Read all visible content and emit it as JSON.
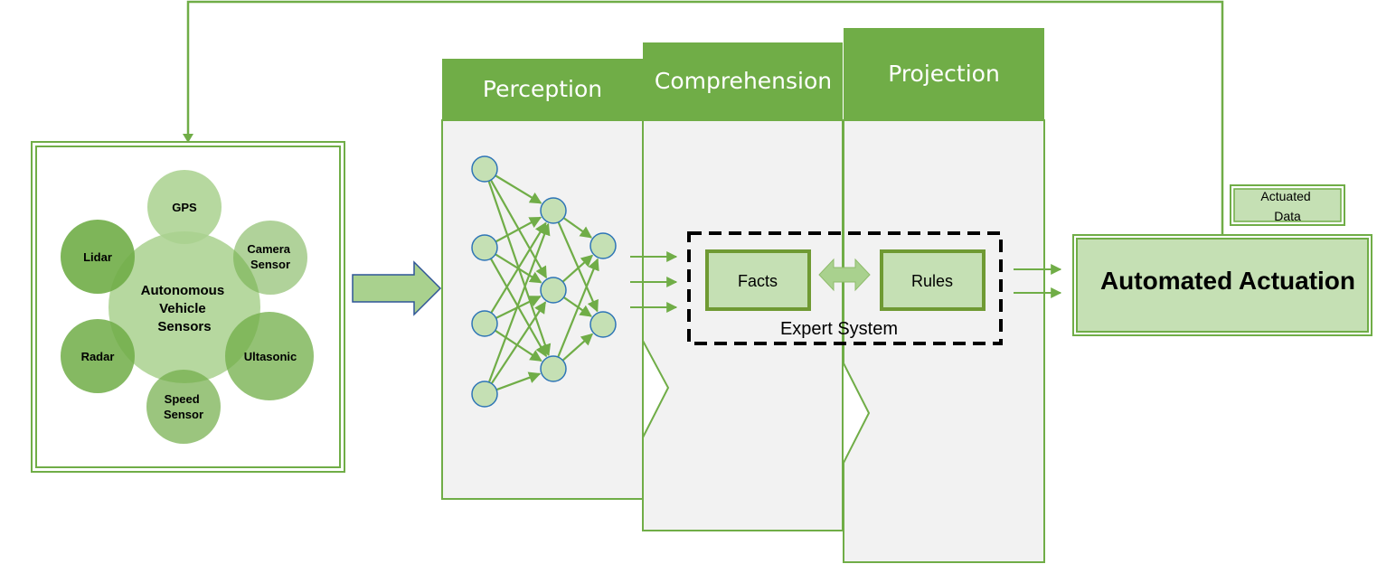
{
  "sensors": {
    "hub": [
      "Autonomous",
      "Vehicle",
      "Sensors"
    ],
    "gps": [
      "GPS"
    ],
    "camera": [
      "Camera",
      "Sensor"
    ],
    "lidar": [
      "Lidar"
    ],
    "radar": [
      "Radar"
    ],
    "ultrasonic": [
      "Ultasonic"
    ],
    "speed": [
      "Speed",
      "Sensor"
    ]
  },
  "stages": {
    "perception": "Perception",
    "comprehension": "Comprehension",
    "projection": "Projection"
  },
  "expert_system": {
    "label": "Expert System",
    "facts": "Facts",
    "rules": "Rules"
  },
  "actuation": {
    "title": "Automated Actuation",
    "data_label": [
      "Actuated",
      "Data"
    ]
  },
  "colors": {
    "header_green": "#70ad47",
    "light_green": "#c5e0b4",
    "mid_green": "#a9d18e",
    "dark_box_border": "#6f9a33",
    "panel_gray": "#f2f2f2",
    "node_fill": "#c5e0b4",
    "node_stroke": "#2e75b6"
  }
}
